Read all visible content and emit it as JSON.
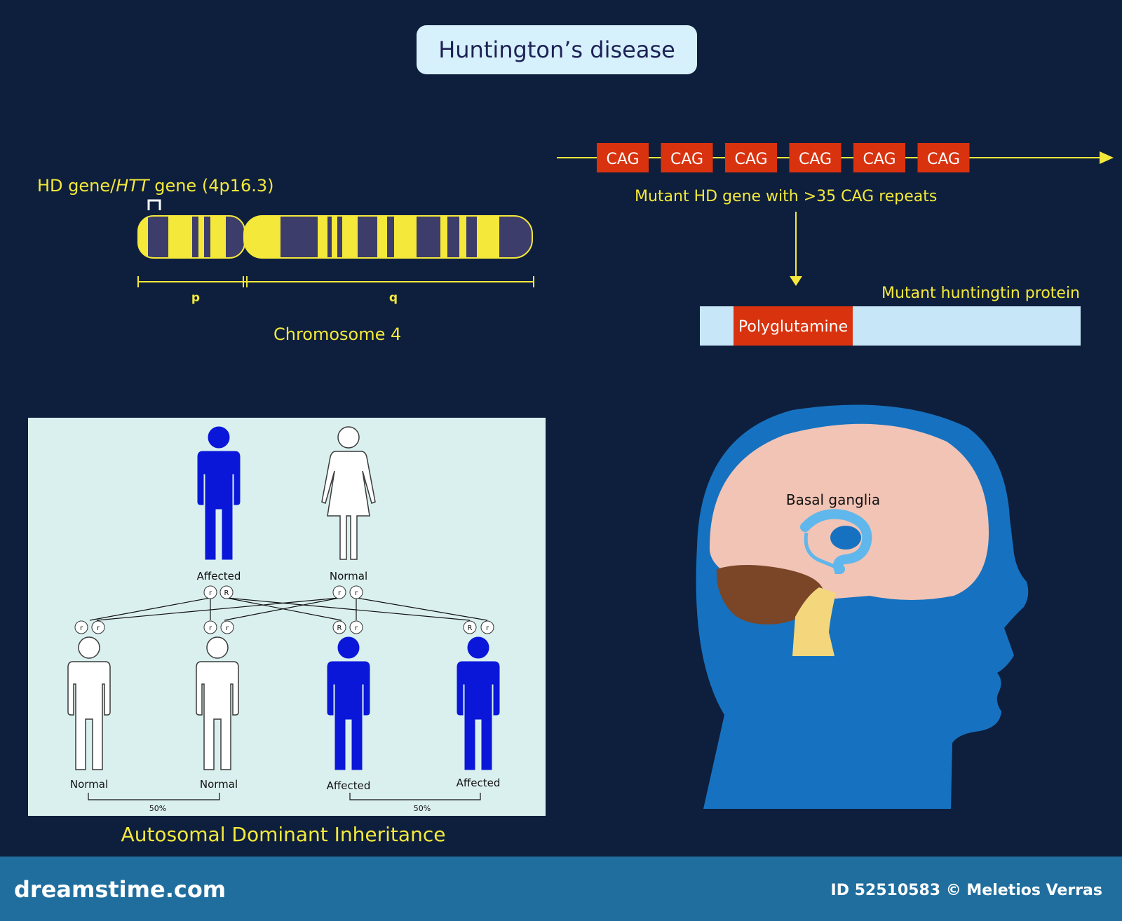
{
  "title": "Huntington’s disease",
  "chromosome": {
    "gene_label_prefix": "HD gene/",
    "gene_label_italic": "HTT",
    "gene_label_suffix": " gene  (4p16.3)",
    "arm_p": "p",
    "arm_q": "q",
    "caption": "Chromosome 4"
  },
  "gene_repeats": {
    "codons": [
      "CAG",
      "CAG",
      "CAG",
      "CAG",
      "CAG",
      "CAG"
    ],
    "caption": "Mutant HD gene with >35 CAG repeats"
  },
  "protein": {
    "caption": "Mutant huntingtin protein",
    "segment_label": "Polyglutamine"
  },
  "brain": {
    "label": "Basal ganglia"
  },
  "inheritance": {
    "caption": "Autosomal Dominant Inheritance",
    "parents": [
      {
        "label": "Affected",
        "alleles": [
          "r",
          "R"
        ]
      },
      {
        "label": "Normal",
        "alleles": [
          "r",
          "r"
        ]
      }
    ],
    "children": [
      {
        "label": "Normal",
        "alleles": [
          "r",
          "r"
        ]
      },
      {
        "label": "Normal",
        "alleles": [
          "r",
          "r"
        ]
      },
      {
        "label": "Affected",
        "alleles": [
          "R",
          "r"
        ]
      },
      {
        "label": "Affected",
        "alleles": [
          "R",
          "r"
        ]
      }
    ],
    "percent_left": "50%",
    "percent_right": "50%"
  },
  "footer": {
    "brand": "dreamstime.com",
    "credit": "ID 52510583 © Meletios Verras"
  },
  "colors": {
    "background": "#0e1f3d",
    "yellow": "#f4e93a",
    "band_dark": "#3c3d6a",
    "cag_red": "#d9320e",
    "protein_light": "#c7e6f7",
    "pedigree_bg": "#daf0ef",
    "affected_blue": "#0a17d8",
    "head_blue": "#1672c0",
    "brain_pink": "#f2c4b5",
    "cerebellum": "#7a4627",
    "brainstem": "#f4d67c",
    "footer_blue": "#1f6e9e"
  }
}
